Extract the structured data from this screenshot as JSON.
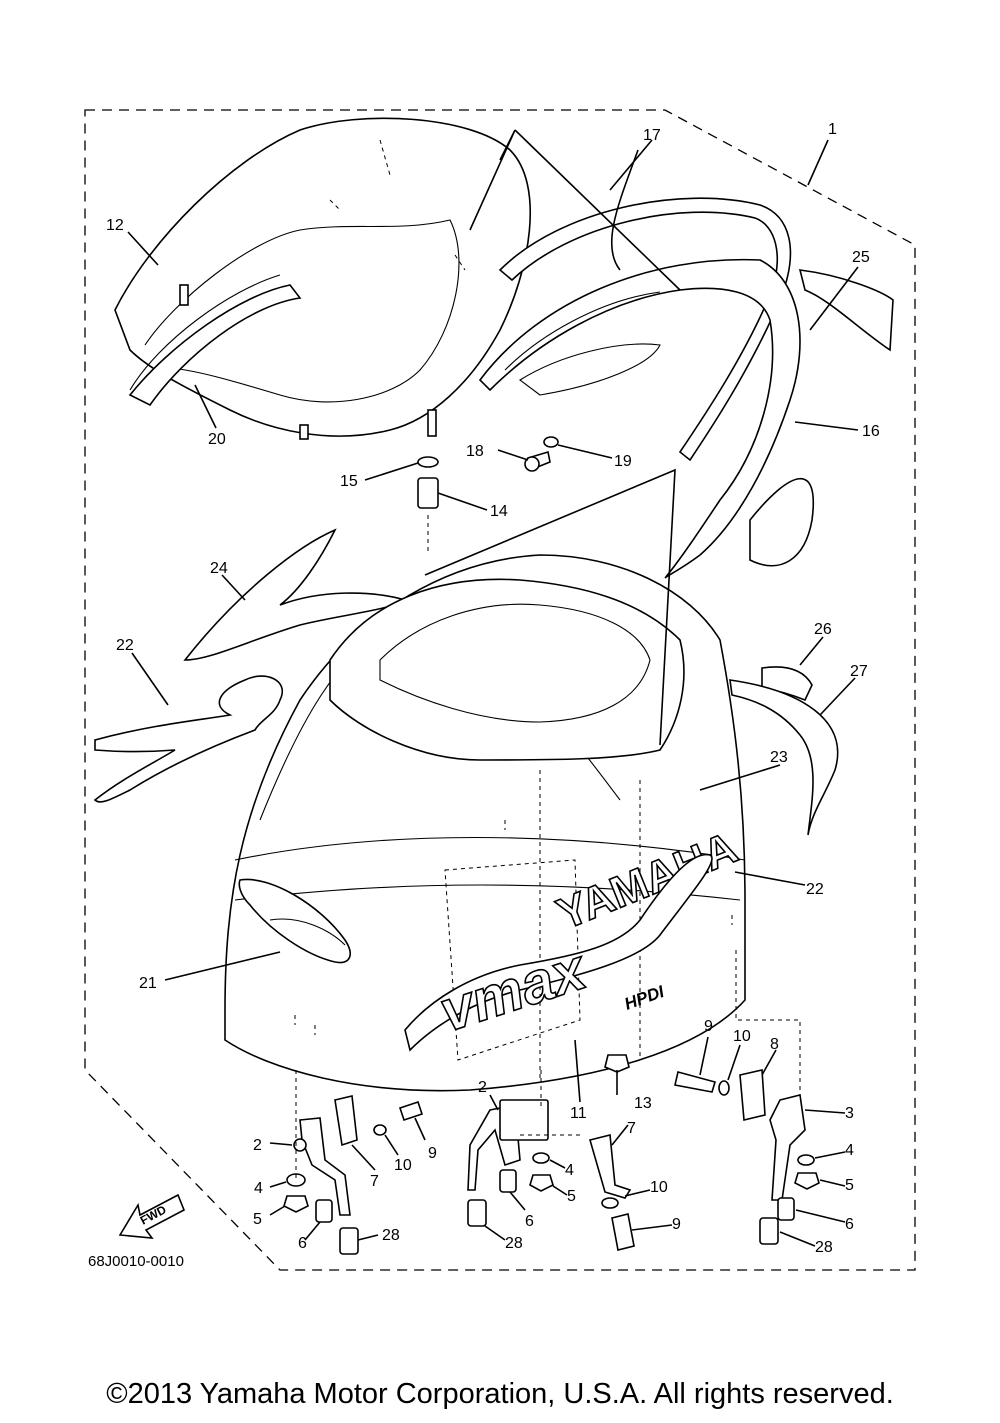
{
  "diagram": {
    "part_code": "68J0010-0010",
    "fwd_label": "FWD",
    "brand": {
      "yamaha": "YAMAHA",
      "vmax": "vmax",
      "hpdi": "HPDI"
    },
    "callouts": {
      "c1": "1",
      "c2a": "2",
      "c2b": "2",
      "c3": "3",
      "c4a": "4",
      "c4b": "4",
      "c4c": "4",
      "c5a": "5",
      "c5b": "5",
      "c5c": "5",
      "c6a": "6",
      "c6b": "6",
      "c6c": "6",
      "c7a": "7",
      "c7b": "7",
      "c8": "8",
      "c9a": "9",
      "c9b": "9",
      "c9c": "9",
      "c10a": "10",
      "c10b": "10",
      "c10c": "10",
      "c11": "11",
      "c12": "12",
      "c13": "13",
      "c14": "14",
      "c15": "15",
      "c16": "16",
      "c17": "17",
      "c18": "18",
      "c19": "19",
      "c20": "20",
      "c21": "21",
      "c22a": "22",
      "c22b": "22",
      "c23": "23",
      "c24": "24",
      "c25": "25",
      "c26": "26",
      "c27": "27",
      "c28a": "28",
      "c28b": "28",
      "c28c": "28"
    }
  },
  "footer": {
    "copyright": "©2013 Yamaha Motor Corporation, U.S.A. All rights reserved."
  }
}
